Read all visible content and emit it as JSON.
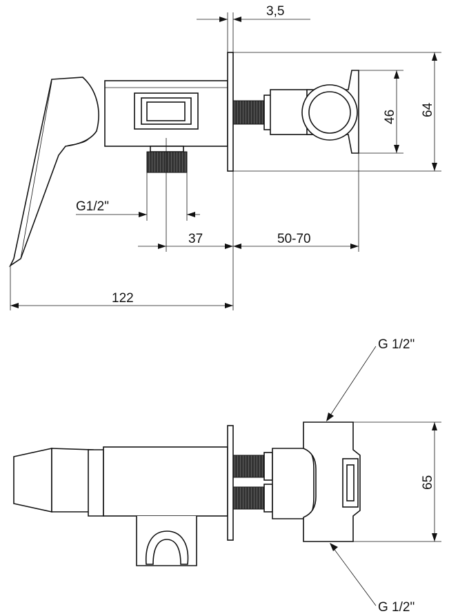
{
  "top_view": {
    "dim_top": "3,5",
    "dim_height_outer": "64",
    "dim_height_inner": "46",
    "dim_thread": "G1/2\"",
    "dim_37": "37",
    "dim_50_70": "50-70",
    "dim_total": "122"
  },
  "bottom_view": {
    "dim_height": "65",
    "thread_top": "G 1/2\"",
    "thread_bottom": "G 1/2\""
  }
}
